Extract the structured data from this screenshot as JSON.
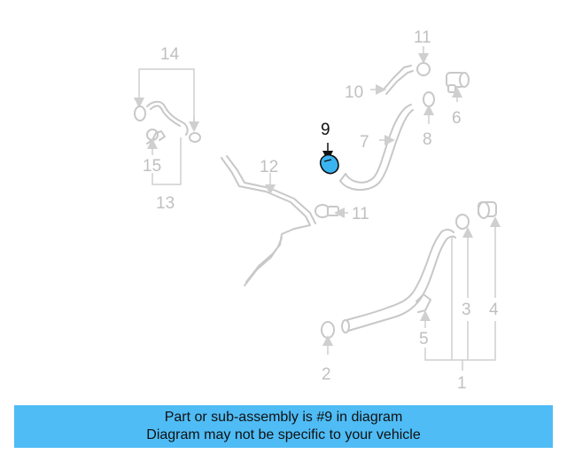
{
  "callouts": {
    "c1": "1",
    "c2": "2",
    "c3": "3",
    "c4": "4",
    "c5": "5",
    "c6": "6",
    "c7": "7",
    "c8": "8",
    "c9": "9",
    "c10": "10",
    "c11a": "11",
    "c11b": "11",
    "c12": "12",
    "c13": "13",
    "c14": "14",
    "c15": "15"
  },
  "highlight": {
    "part": "9",
    "color": "#3ab4f0"
  },
  "banner": {
    "line1": "Part or sub-assembly is #9 in diagram",
    "line2": "Diagram may not be specific to your vehicle",
    "color": "#4fbcf5"
  }
}
